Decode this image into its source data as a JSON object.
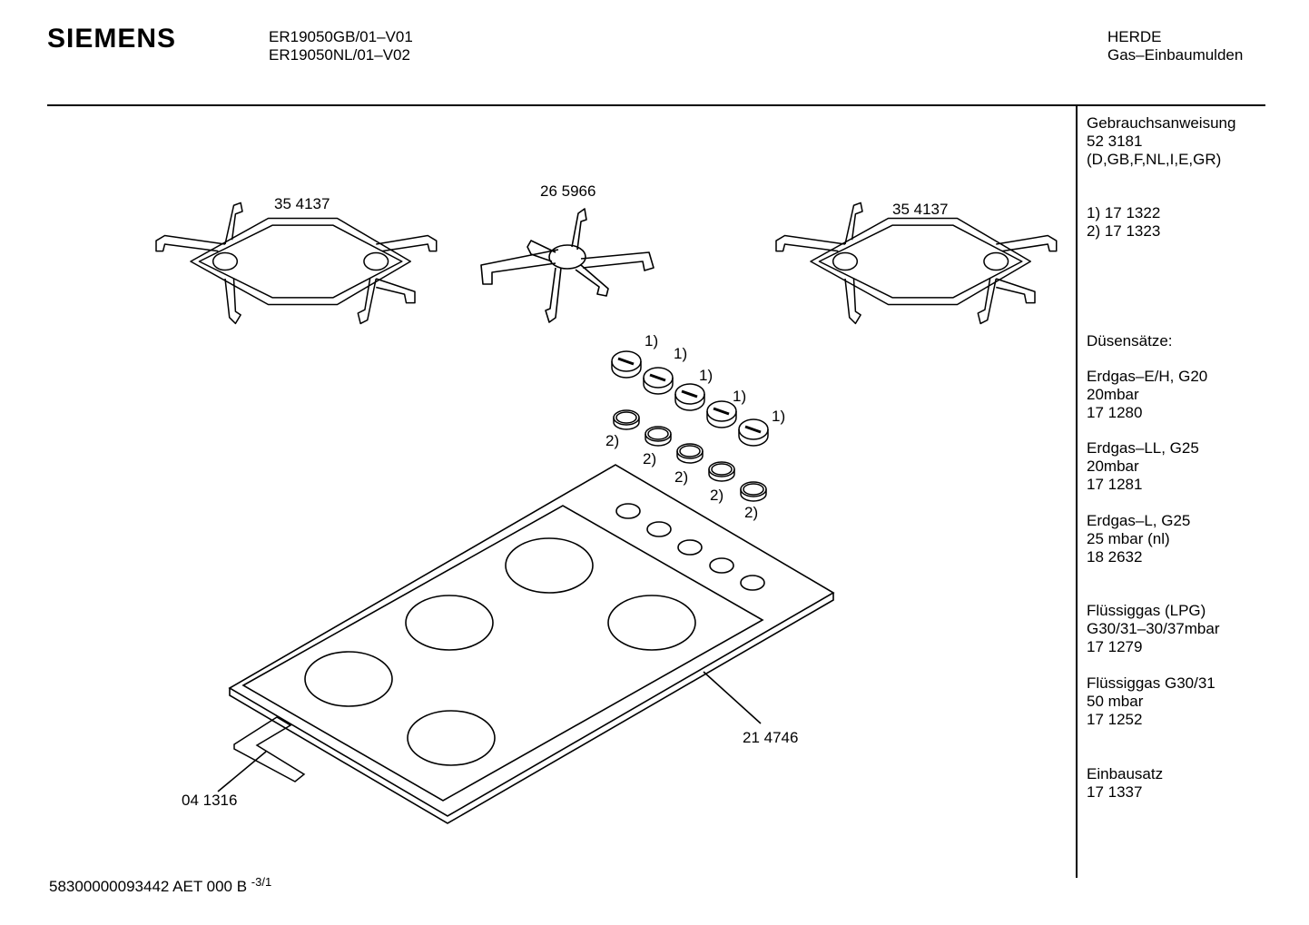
{
  "header": {
    "brand": "SIEMENS",
    "model_line1": "ER19050GB/01–V01",
    "model_line2": "ER19050NL/01–V02",
    "category_line1": "HERDE",
    "category_line2": "Gas–Einbaumulden"
  },
  "sidebar": {
    "manual_title": "Gebrauchsanweisung",
    "manual_number": "52 3181",
    "manual_languages": "(D,GB,F,NL,I,E,GR)",
    "ref1": "1) 17 1322",
    "ref2": "2) 17 1323",
    "nozzle_title": "Düsensätze:",
    "groups": [
      {
        "l1": "Erdgas–E/H, G20",
        "l2": "20mbar",
        "l3": "17 1280"
      },
      {
        "l1": "Erdgas–LL, G25",
        "l2": "20mbar",
        "l3": "17 1281"
      },
      {
        "l1": "Erdgas–L, G25",
        "l2": "25 mbar (nl)",
        "l3": "18 2632"
      },
      {
        "l1": "Flüssiggas (LPG)",
        "l2": "G30/31–30/37mbar",
        "l3": "17 1279"
      },
      {
        "l1": "Flüssiggas G30/31",
        "l2": "50 mbar",
        "l3": "17 1252"
      }
    ],
    "install_title": "Einbausatz",
    "install_number": "17 1337"
  },
  "parts": {
    "grate_left": "35 4137",
    "grate_center": "26 5966",
    "grate_right": "35 4137",
    "knob": "1)",
    "bezel": "2)",
    "hob": "21 4746",
    "seal": "04 1316"
  },
  "footer": {
    "doc_number": "58300000093442 AET 000 B",
    "page": "-3/1"
  }
}
